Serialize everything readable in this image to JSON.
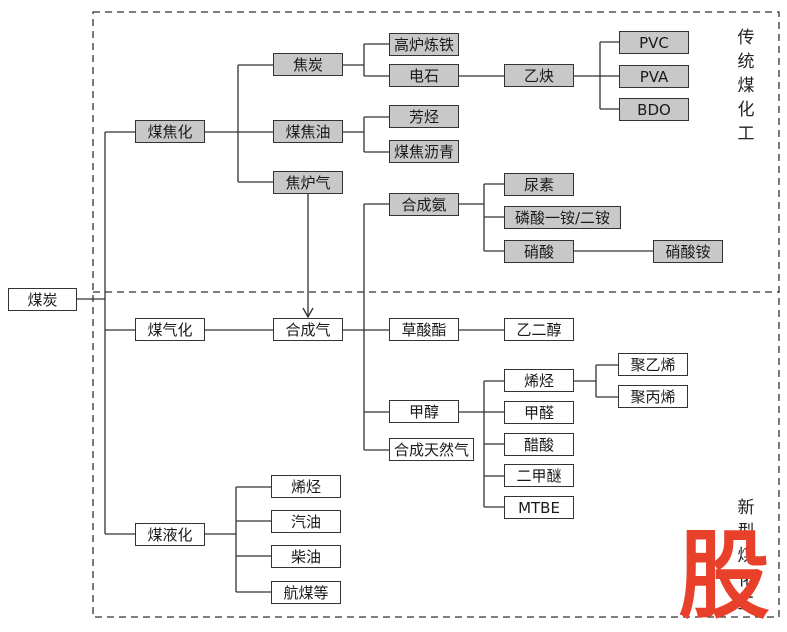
{
  "diagram": {
    "region_labels": {
      "traditional": "传统煤化工",
      "new_type": "新型煤化工"
    },
    "watermark": "股",
    "nodes": {
      "coal": "煤炭",
      "coking": "煤焦化",
      "gasification": "煤气化",
      "liquefaction": "煤液化",
      "coke": "焦炭",
      "coal_tar": "煤焦油",
      "coke_oven_gas": "焦炉气",
      "syngas": "合成气",
      "blast_furnace": "高炉炼铁",
      "calcium_carbide": "电石",
      "aromatics": "芳烃",
      "coal_tar_pitch": "煤焦沥青",
      "acetylene": "乙炔",
      "pvc": "PVC",
      "pva": "PVA",
      "bdo": "BDO",
      "ammonia": "合成氨",
      "urea": "尿素",
      "map_dap": "磷酸一铵/二铵",
      "nitric_acid": "硝酸",
      "ammonium_nitrate": "硝酸铵",
      "oxalate": "草酸酯",
      "ethylene_glycol": "乙二醇",
      "methanol": "甲醇",
      "sng": "合成天然气",
      "olefins_m": "烯烃",
      "formaldehyde": "甲醛",
      "acetic_acid": "醋酸",
      "dme": "二甲醚",
      "mtbe": "MTBE",
      "polyethylene": "聚乙烯",
      "polypropylene": "聚丙烯",
      "olefins_l": "烯烃",
      "gasoline": "汽油",
      "diesel": "柴油",
      "jet_fuel": "航煤等"
    },
    "colors": {
      "traditional_fill": "#c8c8c8",
      "new_fill": "#ffffff",
      "line": "#333333",
      "watermark": "#e8402a"
    }
  }
}
